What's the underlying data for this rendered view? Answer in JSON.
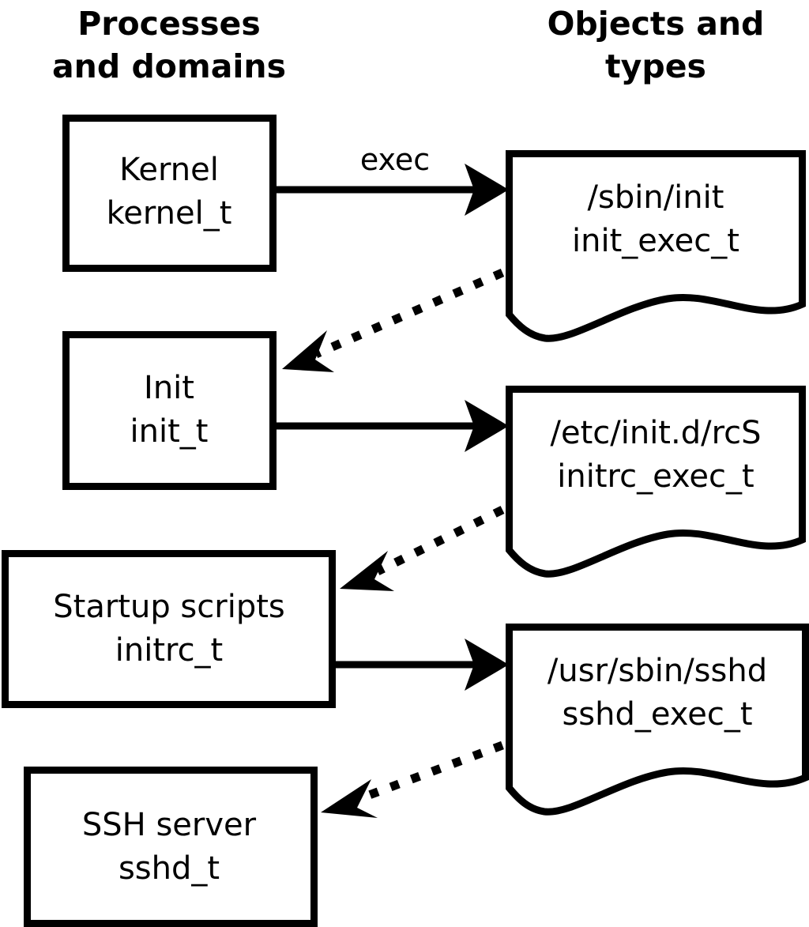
{
  "diagram": {
    "title": "SELinux process domains and object types transition diagram",
    "background_color": "#ffffff",
    "stroke_color": "#000000",
    "headings": {
      "left_line1": "Processes",
      "left_line2": "and domains",
      "right_line1": "Objects and",
      "right_line2": "types"
    },
    "process_nodes": [
      {
        "id": "kernel",
        "label": "Kernel",
        "type": "kernel_t"
      },
      {
        "id": "init",
        "label": "Init",
        "type": "init_t"
      },
      {
        "id": "initrc",
        "label": "Startup scripts",
        "type": "initrc_t"
      },
      {
        "id": "sshd",
        "label": "SSH server",
        "type": "sshd_t"
      }
    ],
    "object_nodes": [
      {
        "id": "init-exec",
        "label": "/sbin/init",
        "type": "init_exec_t"
      },
      {
        "id": "initrc-exec",
        "label": "/etc/init.d/rcS",
        "type": "initrc_exec_t"
      },
      {
        "id": "sshd-exec",
        "label": "/usr/sbin/sshd",
        "type": "sshd_exec_t"
      }
    ],
    "edges": [
      {
        "id": "kernel-exec-init",
        "from": "kernel",
        "to": "init-exec",
        "label": "exec",
        "style": "solid"
      },
      {
        "id": "init-exec-to-init",
        "from": "init-exec",
        "to": "init",
        "label": "",
        "style": "dotted"
      },
      {
        "id": "init-exec-initrc",
        "from": "init",
        "to": "initrc-exec",
        "label": "",
        "style": "solid"
      },
      {
        "id": "initrc-exec-to-initrc",
        "from": "initrc-exec",
        "to": "initrc",
        "label": "",
        "style": "dotted"
      },
      {
        "id": "initrc-exec-sshd",
        "from": "initrc",
        "to": "sshd-exec",
        "label": "",
        "style": "solid"
      },
      {
        "id": "sshd-exec-to-sshd",
        "from": "sshd-exec",
        "to": "sshd",
        "label": "",
        "style": "dotted"
      }
    ]
  }
}
